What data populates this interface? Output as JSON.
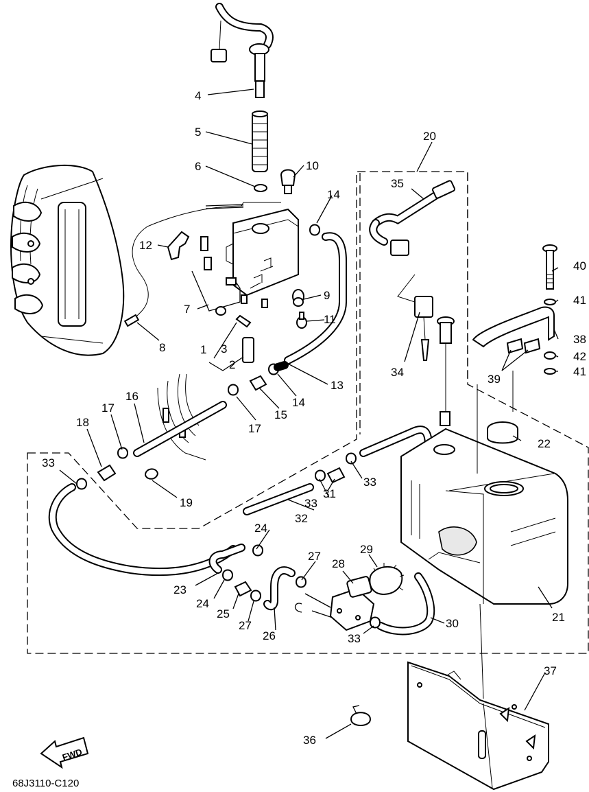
{
  "diagram": {
    "code": "68J3110-C120",
    "fwd_label": "FWD",
    "callouts": [
      {
        "id": "c1",
        "text": "1"
      },
      {
        "id": "c2",
        "text": "2"
      },
      {
        "id": "c3",
        "text": "3"
      },
      {
        "id": "c4",
        "text": "4"
      },
      {
        "id": "c5",
        "text": "5"
      },
      {
        "id": "c6",
        "text": "6"
      },
      {
        "id": "c7",
        "text": "7"
      },
      {
        "id": "c8",
        "text": "8"
      },
      {
        "id": "c9",
        "text": "9"
      },
      {
        "id": "c10",
        "text": "10"
      },
      {
        "id": "c11",
        "text": "11"
      },
      {
        "id": "c12",
        "text": "12"
      },
      {
        "id": "c13",
        "text": "13"
      },
      {
        "id": "c14a",
        "text": "14"
      },
      {
        "id": "c14b",
        "text": "14"
      },
      {
        "id": "c15",
        "text": "15"
      },
      {
        "id": "c16",
        "text": "16"
      },
      {
        "id": "c17a",
        "text": "17"
      },
      {
        "id": "c17b",
        "text": "17"
      },
      {
        "id": "c18",
        "text": "18"
      },
      {
        "id": "c19",
        "text": "19"
      },
      {
        "id": "c20",
        "text": "20"
      },
      {
        "id": "c21",
        "text": "21"
      },
      {
        "id": "c22",
        "text": "22"
      },
      {
        "id": "c23",
        "text": "23"
      },
      {
        "id": "c24a",
        "text": "24"
      },
      {
        "id": "c24b",
        "text": "24"
      },
      {
        "id": "c25",
        "text": "25"
      },
      {
        "id": "c26",
        "text": "26"
      },
      {
        "id": "c27a",
        "text": "27"
      },
      {
        "id": "c27b",
        "text": "27"
      },
      {
        "id": "c28",
        "text": "28"
      },
      {
        "id": "c29",
        "text": "29"
      },
      {
        "id": "c30",
        "text": "30"
      },
      {
        "id": "c31",
        "text": "31"
      },
      {
        "id": "c32",
        "text": "32"
      },
      {
        "id": "c33a",
        "text": "33"
      },
      {
        "id": "c33b",
        "text": "33"
      },
      {
        "id": "c33c",
        "text": "33"
      },
      {
        "id": "c33d",
        "text": "33"
      },
      {
        "id": "c34",
        "text": "34"
      },
      {
        "id": "c35",
        "text": "35"
      },
      {
        "id": "c36",
        "text": "36"
      },
      {
        "id": "c37",
        "text": "37"
      },
      {
        "id": "c38",
        "text": "38"
      },
      {
        "id": "c39",
        "text": "39"
      },
      {
        "id": "c40",
        "text": "40"
      },
      {
        "id": "c41a",
        "text": "41"
      },
      {
        "id": "c41b",
        "text": "41"
      },
      {
        "id": "c42",
        "text": "42"
      }
    ]
  }
}
